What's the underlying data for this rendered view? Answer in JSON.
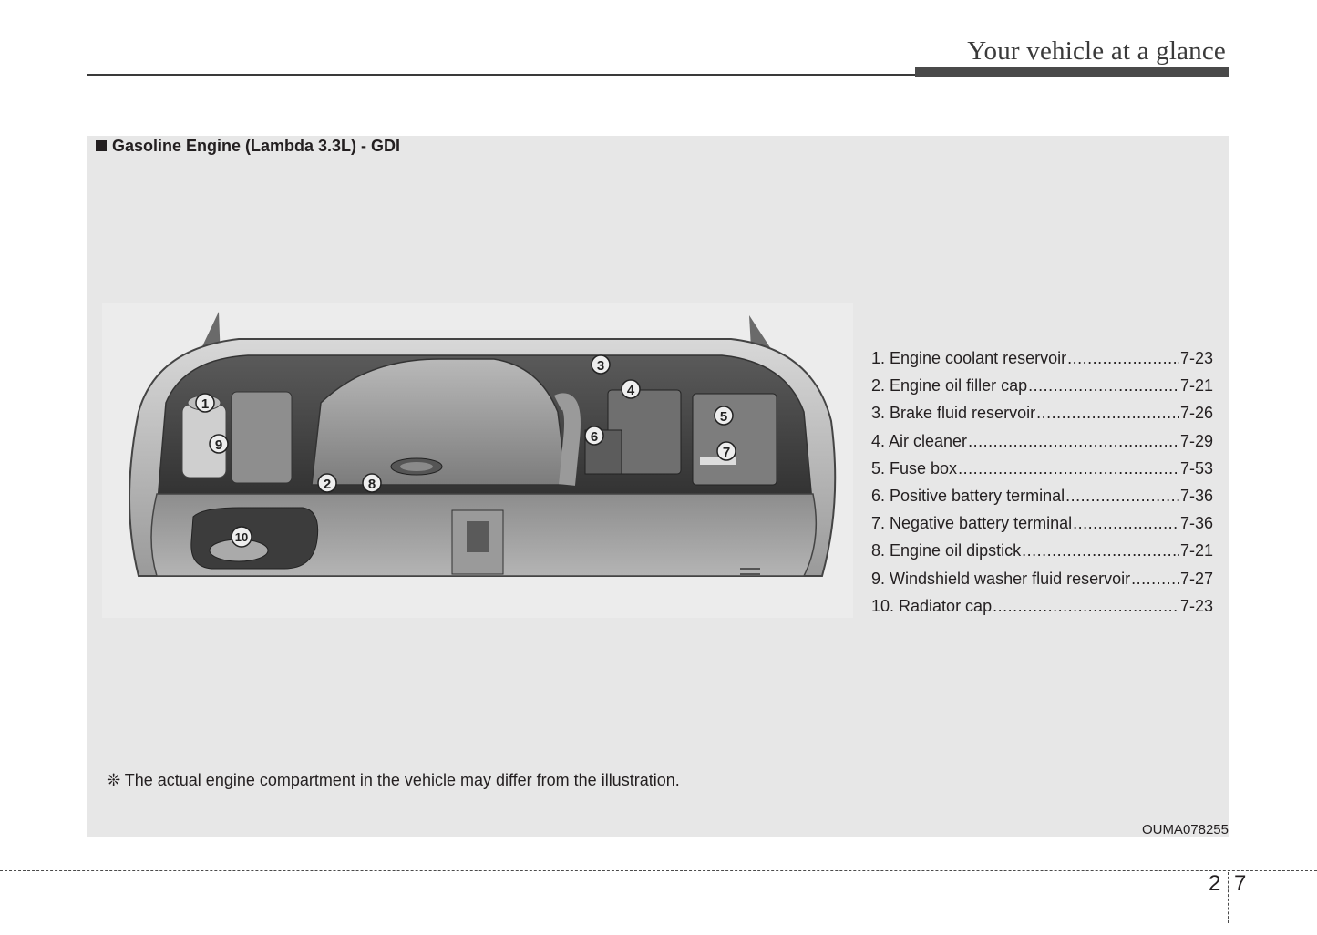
{
  "header": {
    "title": "Your vehicle at a glance"
  },
  "section": {
    "title": "Gasoline Engine (Lambda 3.3L) - GDI"
  },
  "callouts": [
    "1",
    "2",
    "3",
    "4",
    "5",
    "6",
    "7",
    "8",
    "9",
    "10"
  ],
  "legend": [
    {
      "label": "1. Engine coolant reservoir",
      "page": "7-23"
    },
    {
      "label": "2. Engine oil filler cap",
      "page": "7-21"
    },
    {
      "label": "3. Brake fluid reservoir",
      "page": "7-26"
    },
    {
      "label": "4. Air cleaner",
      "page": "7-29"
    },
    {
      "label": "5. Fuse box",
      "page": "7-53"
    },
    {
      "label": "6. Positive battery terminal",
      "page": "7-36"
    },
    {
      "label": "7. Negative battery terminal",
      "page": "7-36"
    },
    {
      "label": "8. Engine oil dipstick",
      "page": "7-21"
    },
    {
      "label": "9. Windshield washer fluid reservoir",
      "page": "7-27"
    },
    {
      "label": "10. Radiator cap",
      "page": "7-23"
    }
  ],
  "note": "❊ The actual engine compartment in the vehicle may differ from the illustration.",
  "figure_code": "OUMA078255",
  "page": {
    "chapter": "2",
    "number": "7"
  }
}
